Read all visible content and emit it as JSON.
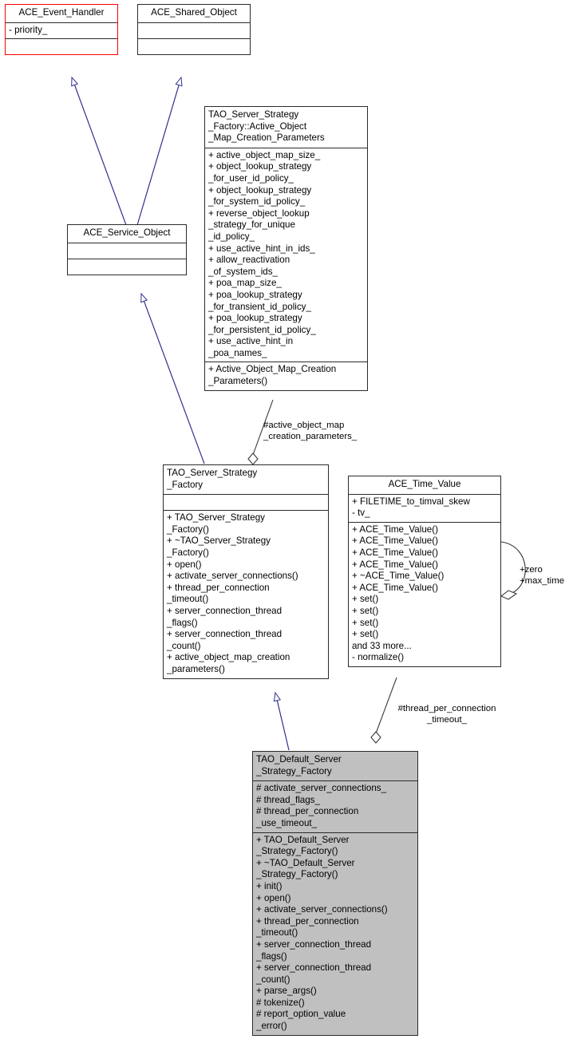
{
  "diagram": {
    "title": "TAO_Default_Server_Strategy_Factory class inheritance diagram",
    "edge_color": "#30308f",
    "assoc_color": "#3a3a3a",
    "highlight_border": "#ff0000",
    "node_fill": "#ffffff",
    "node_highlight_fill": "#c0c0c0"
  },
  "nodes": {
    "ace_event_handler": {
      "name": "ACE_Event_Handler",
      "attributes": [
        "- priority_"
      ],
      "operations": []
    },
    "ace_shared_object": {
      "name": "ACE_Shared_Object",
      "attributes": [],
      "operations": []
    },
    "ace_service_object": {
      "name": "ACE_Service_Object",
      "attributes": [],
      "operations": []
    },
    "active_object_map_creation_parameters": {
      "name": "TAO_Server_Strategy\n_Factory::Active_Object\n _Map_Creation_Parameters",
      "attributes": [
        "+ active_object_map_size_",
        "+ object_lookup_strategy\n_for_user_id_policy_",
        "+ object_lookup_strategy\n_for_system_id_policy_",
        "+ reverse_object_lookup\n_strategy_for_unique\n_id_policy_",
        "+ use_active_hint_in_ids_",
        "+ allow_reactivation\n_of_system_ids_",
        "+ poa_map_size_",
        "+ poa_lookup_strategy\n_for_transient_id_policy_",
        "+ poa_lookup_strategy\n_for_persistent_id_policy_",
        "+ use_active_hint_in\n_poa_names_"
      ],
      "operations": [
        "+ Active_Object_Map_Creation\n_Parameters()"
      ]
    },
    "tao_server_strategy_factory": {
      "name": "TAO_Server_Strategy\n          _Factory",
      "attributes": [],
      "operations": [
        "+ TAO_Server_Strategy\n_Factory()",
        "+ ~TAO_Server_Strategy\n_Factory()",
        "+ open()",
        "+ activate_server_connections()",
        "+ thread_per_connection\n_timeout()",
        "+ server_connection_thread\n_flags()",
        "+ server_connection_thread\n_count()",
        "+ active_object_map_creation\n_parameters()"
      ]
    },
    "ace_time_value": {
      "name": "ACE_Time_Value",
      "attributes": [
        "+ FILETIME_to_timval_skew",
        "- tv_"
      ],
      "operations": [
        "+ ACE_Time_Value()",
        "+ ACE_Time_Value()",
        "+ ACE_Time_Value()",
        "+ ACE_Time_Value()",
        "+ ~ACE_Time_Value()",
        "+ ACE_Time_Value()",
        "+ set()",
        "+ set()",
        "+ set()",
        "+ set()",
        "and 33 more...",
        "- normalize()"
      ]
    },
    "tao_default_server_strategy_factory": {
      "name": "TAO_Default_Server\n      _Strategy_Factory",
      "attributes": [
        "# activate_server_connections_",
        "# thread_flags_",
        "# thread_per_connection\n_use_timeout_"
      ],
      "operations": [
        "+ TAO_Default_Server\n_Strategy_Factory()",
        "+ ~TAO_Default_Server\n_Strategy_Factory()",
        "+ init()",
        "+ open()",
        "+ activate_server_connections()",
        "+ thread_per_connection\n_timeout()",
        "+ server_connection_thread\n_flags()",
        "+ server_connection_thread\n_count()",
        "+ parse_args()",
        "# tokenize()",
        "# report_option_value\n_error()"
      ]
    }
  },
  "edges": {
    "aggregation_active_object_map": "#active_object_map\n_creation_parameters_",
    "aggregation_thread_per_connection": "#thread_per_connection\n_timeout_",
    "self_assoc_time_value": "+zero\n+max_time"
  }
}
